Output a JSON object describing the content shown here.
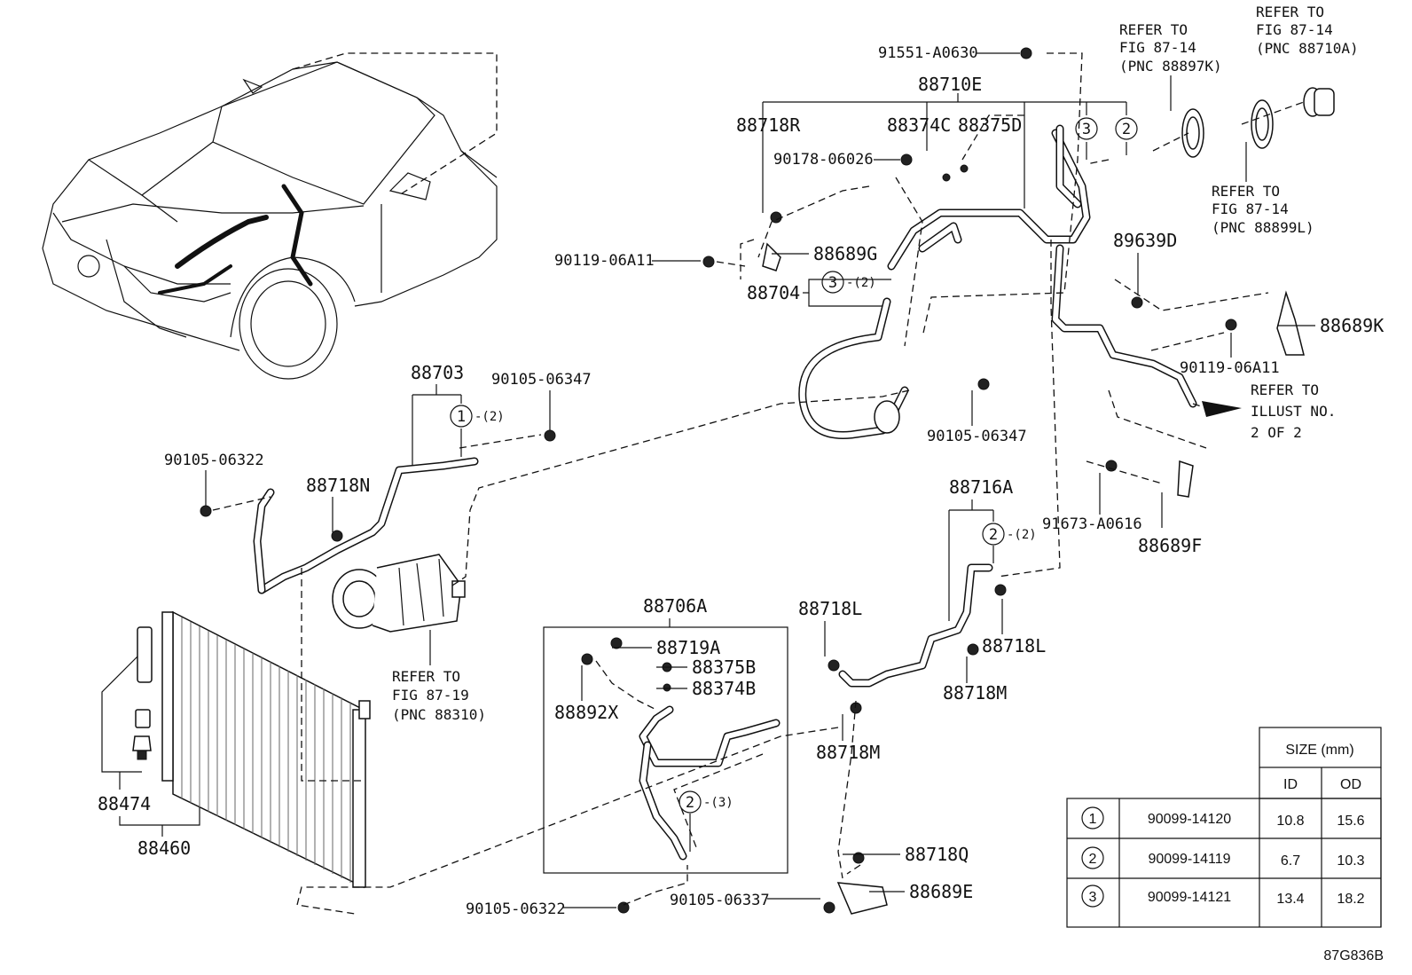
{
  "diagram_code": "87G836B",
  "labels": {
    "p91551": "91551-A0630",
    "p88710E": "88710E",
    "p88718R": "88718R",
    "p88374C": "88374C",
    "p88375D": "88375D",
    "p90178": "90178-06026",
    "p88689G": "88689G",
    "p90119a": "90119-06A11",
    "p88704": "88704",
    "p89639D": "89639D",
    "p88689K": "88689K",
    "p90119b": "90119-06A11",
    "p88703": "88703",
    "p90105_06347a": "90105-06347",
    "p90105_06347b": "90105-06347",
    "p90105_06322a": "90105-06322",
    "p88718N": "88718N",
    "p91673": "91673-A0616",
    "p88689F": "88689F",
    "p88716A": "88716A",
    "p88706A": "88706A",
    "p88718L_a": "88718L",
    "p88718L_b": "88718L",
    "p88719A": "88719A",
    "p88375B": "88375B",
    "p88374B": "88374B",
    "p88892X": "88892X",
    "p88718M_a": "88718M",
    "p88718M_b": "88718M",
    "p88474": "88474",
    "p88460": "88460",
    "p88718Q": "88718Q",
    "p88689E": "88689E",
    "p90105_06322b": "90105-06322",
    "p90105_06337": "90105-06337"
  },
  "callouts": {
    "c3_top": "3",
    "c2_top": "2",
    "c3_88704": "3",
    "q_88704": "-(2)",
    "c1_88703": "1",
    "q_88703": "-(2)",
    "c2_88716A": "2",
    "q_88716A": "-(2)",
    "c2_88706A": "2",
    "q_88706A": "-(3)"
  },
  "refer_notes": {
    "r1": [
      "REFER TO",
      "FIG 87-14",
      "(PNC 88897K)"
    ],
    "r2": [
      "REFER TO",
      "FIG 87-14",
      "(PNC 88710A)"
    ],
    "r3": [
      "REFER TO",
      "FIG 87-14",
      "(PNC 88899L)"
    ],
    "r4": [
      "REFER TO",
      "ILLUST NO.",
      "2 OF 2"
    ],
    "r5": [
      "REFER TO",
      "FIG 87-19",
      "(PNC 88310)"
    ]
  },
  "size_table": {
    "header": "SIZE (mm)",
    "col_id": "ID",
    "col_od": "OD",
    "rows": [
      {
        "ref": "1",
        "part": "90099-14120",
        "id": "10.8",
        "od": "15.6"
      },
      {
        "ref": "2",
        "part": "90099-14119",
        "id": "6.7",
        "od": "10.3"
      },
      {
        "ref": "3",
        "part": "90099-14121",
        "id": "13.4",
        "od": "18.2"
      }
    ]
  }
}
